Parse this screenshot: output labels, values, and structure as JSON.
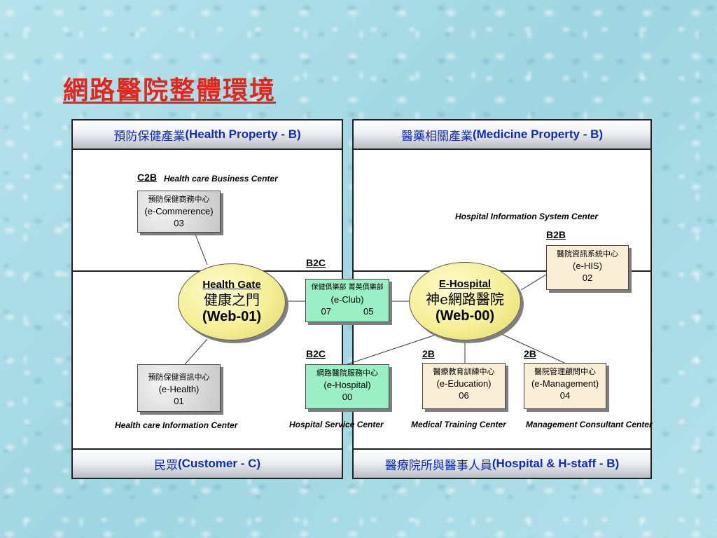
{
  "title": "網路醫院整體環境",
  "panels": {
    "top_left": {
      "zh": "預防保健產業",
      "en": "(Health Property - B)"
    },
    "top_right": {
      "zh": "醫藥相關產業",
      "en": "(Medicine Property - B)"
    },
    "bottom_left": {
      "zh": "民眾",
      "en": "(Customer - C)"
    },
    "bottom_right": {
      "zh": "醫療院所與醫事人員",
      "en": "(Hospital & H-staff - B)"
    }
  },
  "captions": {
    "c2b_tag": "C2B",
    "c2b_caption": "Health care Business Center",
    "his_caption": "Hospital Information System Center",
    "health_info": "Health care Information Center",
    "hospital_service": "Hospital Service Center",
    "medical_training": "Medical Training Center",
    "management_consult": "Management Consultant Center"
  },
  "tags": {
    "b2b": "B2B",
    "b2c_top": "B2C",
    "b2c_bottom": "B2C",
    "two_b_edu": "2B",
    "two_b_mgmt": "2B"
  },
  "nodes": {
    "ecommerce": {
      "zh": "預防保健商務中心",
      "en": "(e-Commerence)",
      "num": "03"
    },
    "ehealth": {
      "zh": "預防保健資訊中心",
      "en": "(e-Health)",
      "num": "01"
    },
    "eclub": {
      "zh": "保健俱樂部 菁英俱樂部",
      "en": "(e-Club)",
      "num_a": "07",
      "num_b": "05"
    },
    "ehospital_svc": {
      "zh": "網路醫院服務中心",
      "en": "(e-Hospital)",
      "num": "00"
    },
    "eeducation": {
      "zh": "醫療教育訓練中心",
      "en": "(e-Education)",
      "num": "06"
    },
    "emanagement": {
      "zh": "醫院管理顧問中心",
      "en": "(e-Management)",
      "num": "04"
    },
    "ehis": {
      "zh": "醫院資訊系統中心",
      "en": "(e-HIS)",
      "num": "02"
    }
  },
  "ovals": {
    "health_gate": {
      "name": "Health Gate",
      "zh": "健康之門",
      "code": "(Web-01)"
    },
    "e_hospital": {
      "name": "E-Hospital",
      "zh": "神e網路醫院",
      "code": "(Web-00)"
    }
  }
}
